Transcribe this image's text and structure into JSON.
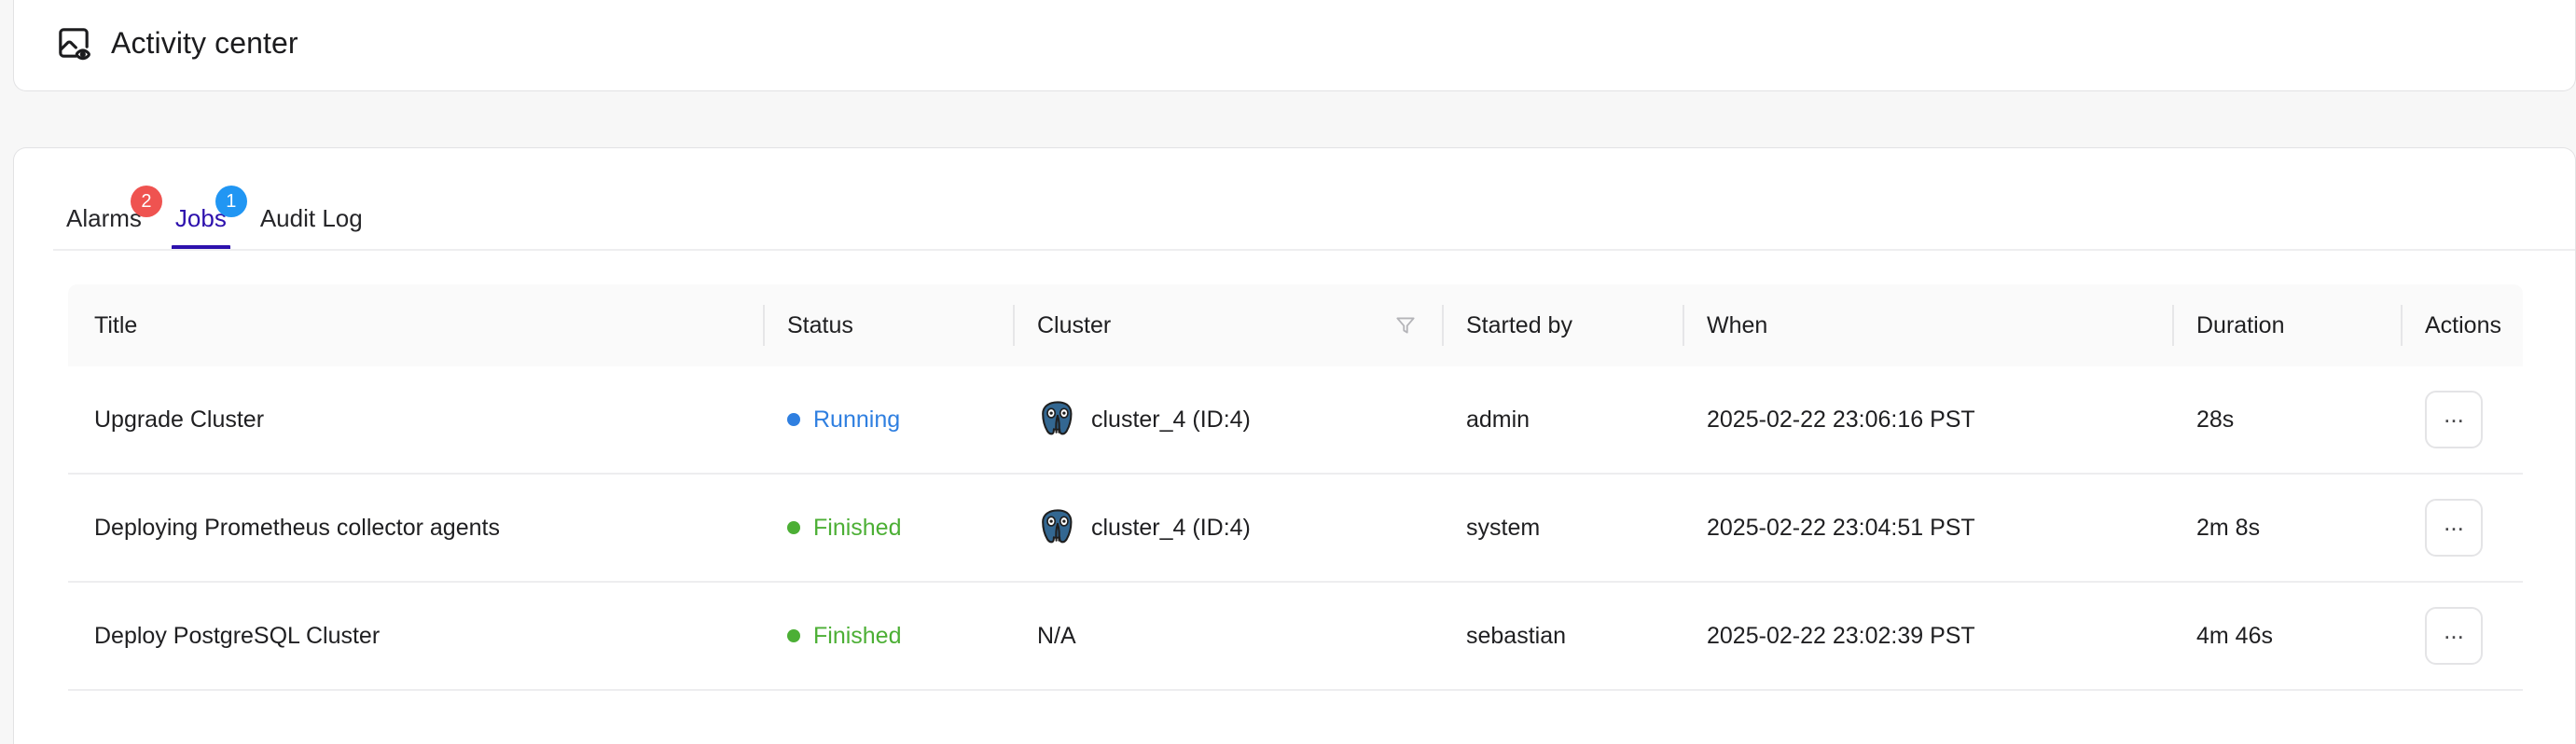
{
  "header": {
    "title": "Activity center",
    "icon": "image-eye-icon"
  },
  "tabs": [
    {
      "label": "Alarms",
      "badge": "2",
      "badge_color": "#ef5350",
      "active": false
    },
    {
      "label": "Jobs",
      "badge": "1",
      "badge_color": "#2196f3",
      "active": true
    },
    {
      "label": "Audit Log",
      "badge": null,
      "active": false
    }
  ],
  "table": {
    "columns": [
      {
        "label": "Title"
      },
      {
        "label": "Status"
      },
      {
        "label": "Cluster",
        "filter_icon": "funnel-filter-icon"
      },
      {
        "label": "Started by"
      },
      {
        "label": "When"
      },
      {
        "label": "Duration"
      },
      {
        "label": "Actions"
      }
    ],
    "rows": [
      {
        "title": "Upgrade Cluster",
        "status": "Running",
        "status_state": "running",
        "cluster": "cluster_4 (ID:4)",
        "cluster_icon": "postgresql-icon",
        "started_by": "admin",
        "when": "2025-02-22 23:06:16 PST",
        "duration": "28s",
        "action_label": "..."
      },
      {
        "title": "Deploying Prometheus collector agents",
        "status": "Finished",
        "status_state": "finished",
        "cluster": "cluster_4 (ID:4)",
        "cluster_icon": "postgresql-icon",
        "started_by": "system",
        "when": "2025-02-22 23:04:51 PST",
        "duration": "2m 8s",
        "action_label": "..."
      },
      {
        "title": "Deploy PostgreSQL Cluster",
        "status": "Finished",
        "status_state": "finished",
        "cluster": "N/A",
        "cluster_icon": null,
        "started_by": "sebastian",
        "when": "2025-02-22 23:02:39 PST",
        "duration": "4m 46s",
        "action_label": "..."
      }
    ]
  },
  "colors": {
    "active_tab": "#2d11ad",
    "running": "#2f7fe0",
    "finished": "#4caf35",
    "badge_red": "#ef5350",
    "badge_blue": "#2196f3"
  }
}
